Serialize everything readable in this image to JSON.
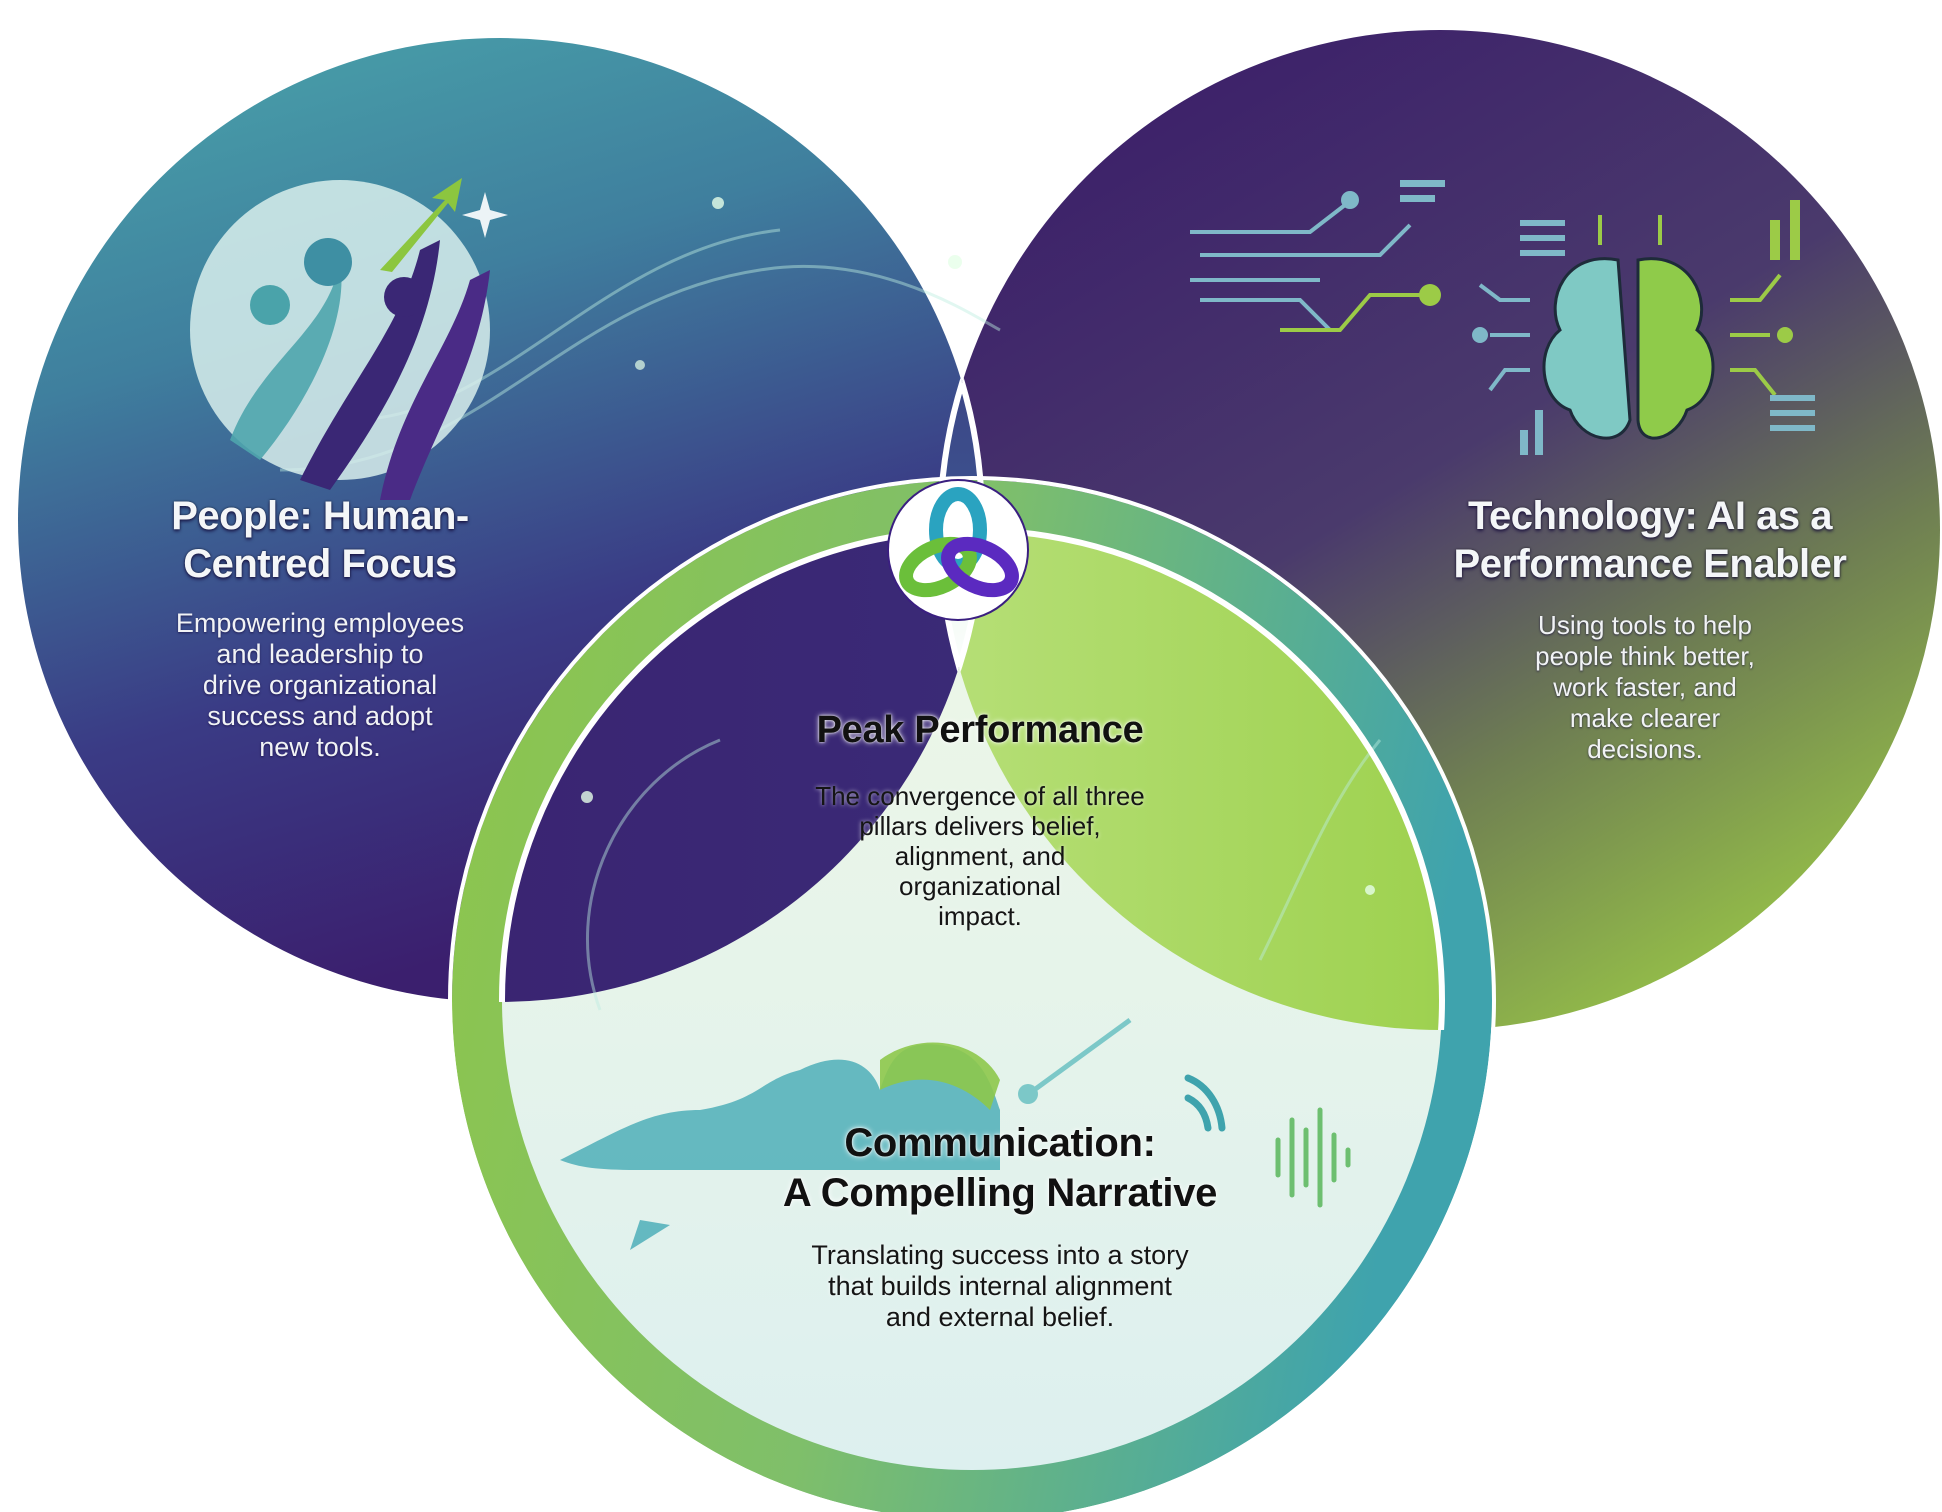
{
  "diagram": {
    "type": "venn-3",
    "colors": {
      "people_teal": "#4aa3aa",
      "people_purple": "#3c2470",
      "tech_purple": "#3b2168",
      "tech_green": "#9bc846",
      "comm_green": "#8fc74a",
      "comm_teal": "#3fa3ad",
      "center_glow": "#f4fbf6",
      "ring_white": "#ffffff",
      "logo_ring": "#3a1f80"
    }
  },
  "people": {
    "icon": "people-growth-icon",
    "title_lines": [
      "People: Human-",
      "Centred Focus"
    ],
    "body_lines": [
      "Empowering employees",
      "and leadership to",
      "drive organizational",
      "success and adopt",
      "new tools."
    ]
  },
  "technology": {
    "icon": "ai-brain-circuit-icon",
    "title_lines": [
      "Technology: AI as a",
      "Performance Enabler"
    ],
    "body_lines": [
      "Using tools to help",
      "people think better,",
      "work faster, and",
      "make clearer",
      "decisions."
    ]
  },
  "communication": {
    "icon": "speech-soundwave-icon",
    "title_lines": [
      "Communication:",
      "A Compelling Narrative"
    ],
    "body_lines": [
      "Translating success into a story",
      "that builds internal alignment",
      "and external belief."
    ]
  },
  "center": {
    "icon": "trefoil-knot-logo-icon",
    "title": "Peak Performance",
    "body_lines": [
      "The convergence of all three",
      "pillars delivers belief,",
      "alignment, and",
      "organizational",
      "impact."
    ]
  }
}
